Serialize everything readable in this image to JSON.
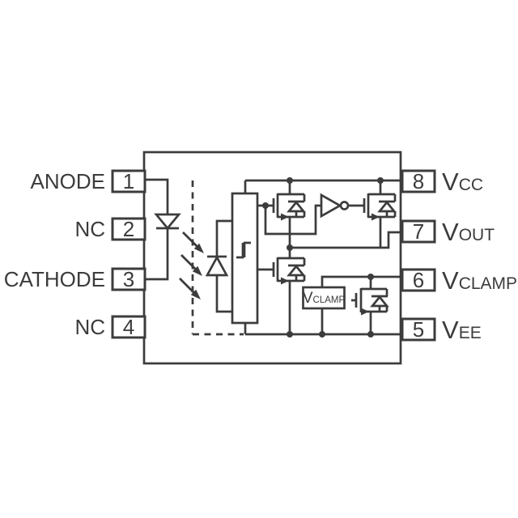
{
  "figure": {
    "type": "circuit-schematic"
  },
  "pins": {
    "left": [
      {
        "number": "1",
        "name": "ANODE"
      },
      {
        "number": "2",
        "name": "NC"
      },
      {
        "number": "3",
        "name": "CATHODE"
      },
      {
        "number": "4",
        "name": "NC"
      }
    ],
    "right": [
      {
        "number": "8",
        "label_main": "V",
        "label_sub": "CC"
      },
      {
        "number": "7",
        "label_main": "V",
        "label_sub": "OUT"
      },
      {
        "number": "6",
        "label_main": "V",
        "label_sub": "CLAMP"
      },
      {
        "number": "5",
        "label_main": "V",
        "label_sub": "EE"
      }
    ]
  },
  "blocks": {
    "vclamp_box": {
      "label_main": "V",
      "label_sub": "CLAMP"
    }
  },
  "colors": {
    "line": "#3c3c3c",
    "background": "#ffffff"
  }
}
